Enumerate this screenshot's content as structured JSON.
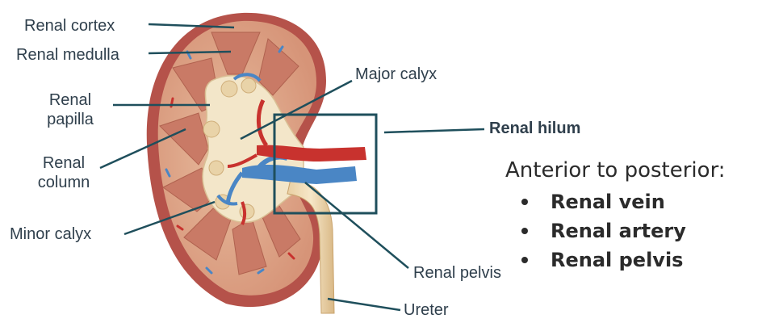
{
  "labels": {
    "renal_cortex": "Renal cortex",
    "renal_medulla": "Renal medulla",
    "renal_papilla_line1": "Renal",
    "renal_papilla_line2": "papilla",
    "renal_column_line1": "Renal",
    "renal_column_line2": "column",
    "minor_calyx": "Minor calyx",
    "major_calyx": "Major calyx",
    "renal_hilum": "Renal hilum",
    "renal_pelvis": "Renal pelvis",
    "ureter": "Ureter"
  },
  "side_panel": {
    "heading": "Anterior to posterior:",
    "items": [
      "Renal vein",
      "Renal artery",
      "Renal pelvis"
    ]
  },
  "colors": {
    "leader_line": "#1f4f5c",
    "capsule": "#b5524a",
    "cortex": "#dba589",
    "pyramid": "#c97a66",
    "sinus": "#f3e6c9",
    "vein": "#4a86c5",
    "artery": "#c8322e",
    "hilum_box": "#1f4f5c"
  }
}
